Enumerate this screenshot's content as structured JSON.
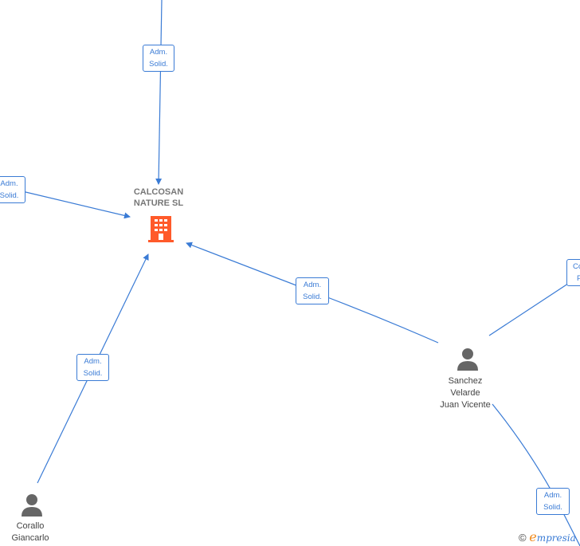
{
  "company": {
    "name_lines": [
      "CALCOSAN",
      "NATURE  SL"
    ],
    "icon": "building-icon",
    "icon_color": "#ff5a2a"
  },
  "persons": [
    {
      "id": "sanchez",
      "name_lines": [
        "Sanchez",
        "Velarde",
        "Juan Vicente"
      ],
      "icon": "person-icon"
    },
    {
      "id": "corallo",
      "name_lines": [
        "Corallo",
        "Giancarlo"
      ],
      "icon": "person-icon"
    }
  ],
  "edge_labels": {
    "top": [
      "Adm.",
      "Solid."
    ],
    "left": [
      "Adm.",
      "Solid."
    ],
    "sanchez": [
      "Adm.",
      "Solid."
    ],
    "corallo": [
      "Adm.",
      "Solid."
    ],
    "right_top": [
      "Co",
      "P"
    ],
    "right_bottom": [
      "Adm.",
      "Solid."
    ]
  },
  "colors": {
    "edge": "#3a7bd5",
    "person": "#666666"
  },
  "brand": {
    "copyright": "©",
    "first_letter": "e",
    "rest": "mpresia"
  }
}
